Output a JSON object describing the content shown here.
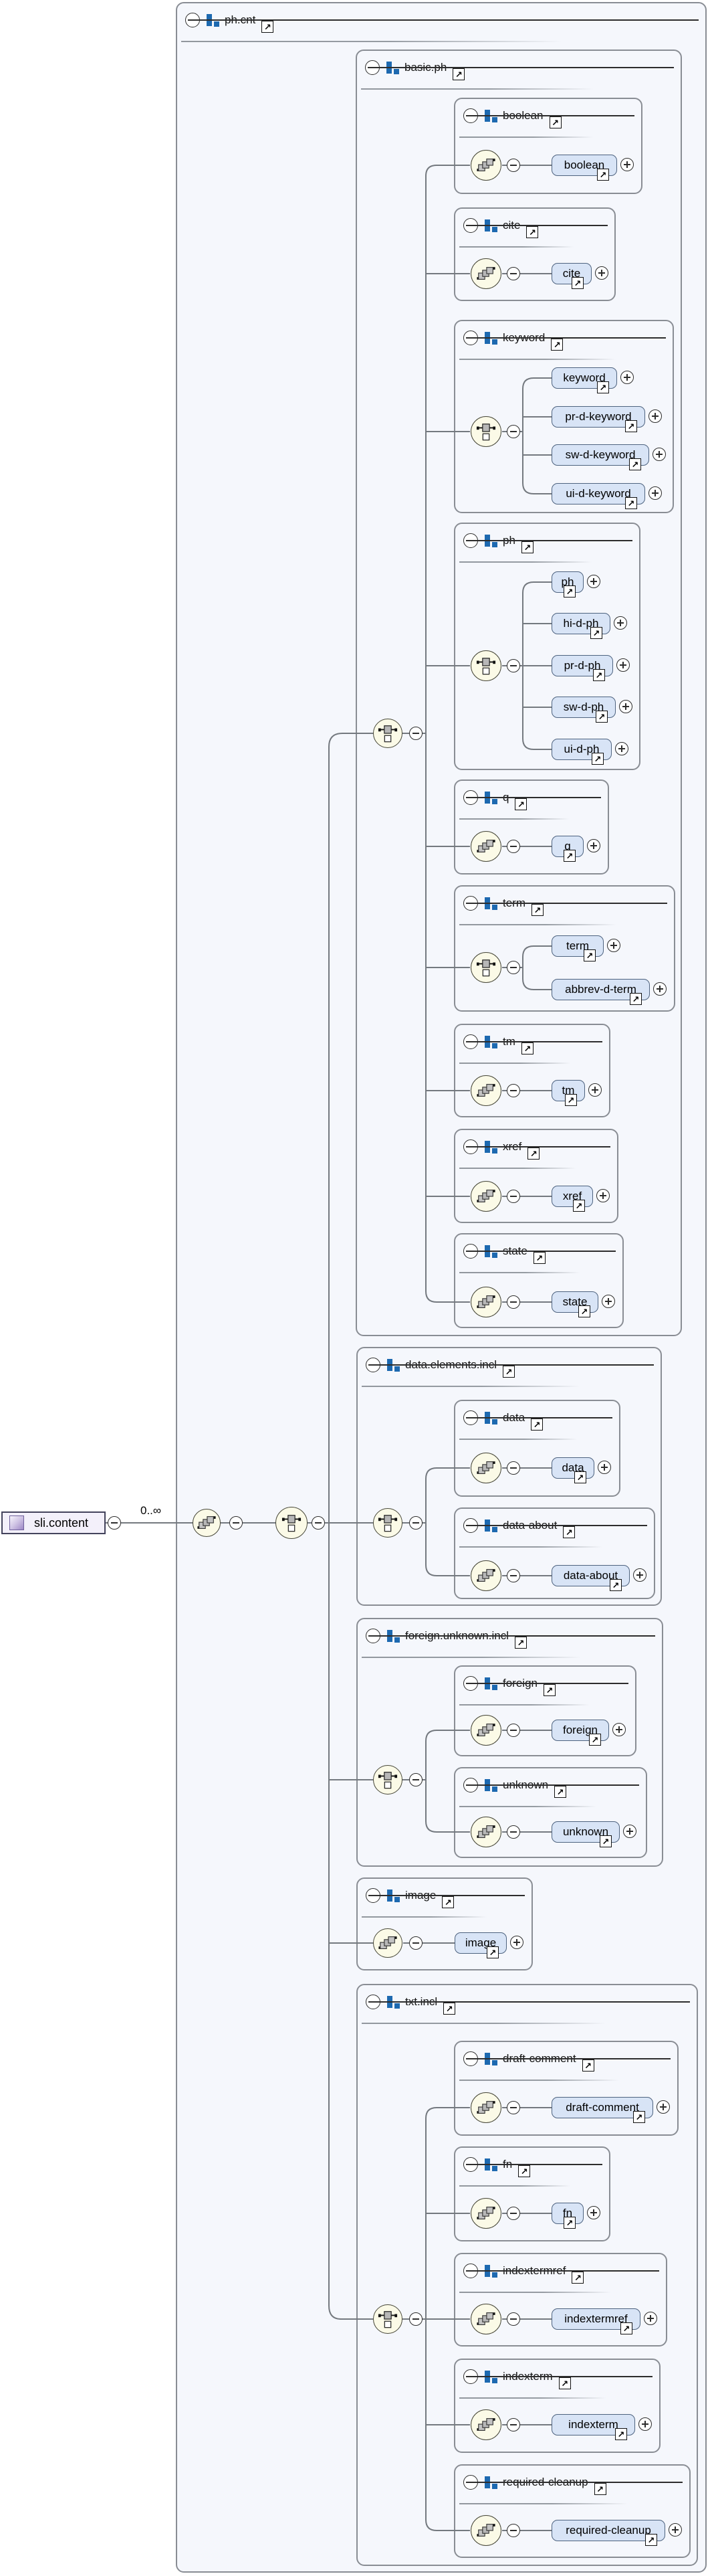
{
  "icons": {
    "arrow": "↗"
  },
  "colors": {
    "element_fill": "#d8e4f6",
    "element_border": "#4e637f",
    "group_border": "#898d94",
    "group_fill": "#f5f7fc",
    "compositor_fill": "#fbfae7",
    "group_icon_blue": "#1d69b0",
    "root_fill": "#f3f0fa",
    "wire": "#74797f"
  },
  "diagram": {
    "root": {
      "label": "sli.content",
      "cardinality": "0..∞"
    },
    "ph_cnt": {
      "label": "ph.cnt",
      "basic_ph": {
        "label": "basic.ph",
        "boolean": {
          "label": "boolean",
          "el": "boolean"
        },
        "cite": {
          "label": "cite",
          "el": "cite"
        },
        "keyword": {
          "label": "keyword",
          "el1": "keyword",
          "el2": "pr-d-keyword",
          "el3": "sw-d-keyword",
          "el4": "ui-d-keyword"
        },
        "ph": {
          "label": "ph",
          "el1": "ph",
          "el2": "hi-d-ph",
          "el3": "pr-d-ph",
          "el4": "sw-d-ph",
          "el5": "ui-d-ph"
        },
        "q": {
          "label": "q",
          "el": "q"
        },
        "term": {
          "label": "term",
          "el1": "term",
          "el2": "abbrev-d-term"
        },
        "tm": {
          "label": "tm",
          "el": "tm"
        },
        "xref": {
          "label": "xref",
          "el": "xref"
        },
        "state": {
          "label": "state",
          "el": "state"
        }
      },
      "data_elements_incl": {
        "label": "data.elements.incl",
        "data": {
          "label": "data",
          "el": "data"
        },
        "data_about": {
          "label": "data-about",
          "el": "data-about"
        }
      },
      "foreign_unknown_incl": {
        "label": "foreign.unknown.incl",
        "foreign": {
          "label": "foreign",
          "el": "foreign"
        },
        "unknown": {
          "label": "unknown",
          "el": "unknown"
        }
      },
      "image": {
        "label": "image",
        "el": "image"
      },
      "txt_incl": {
        "label": "txt.incl",
        "draft_comment": {
          "label": "draft-comment",
          "el": "draft-comment"
        },
        "fn": {
          "label": "fn",
          "el": "fn"
        },
        "indextermref": {
          "label": "indextermref",
          "el": "indextermref"
        },
        "indexterm": {
          "label": "indexterm",
          "el": "indexterm"
        },
        "required_cleanup": {
          "label": "required-cleanup",
          "el": "required-cleanup"
        }
      }
    }
  }
}
